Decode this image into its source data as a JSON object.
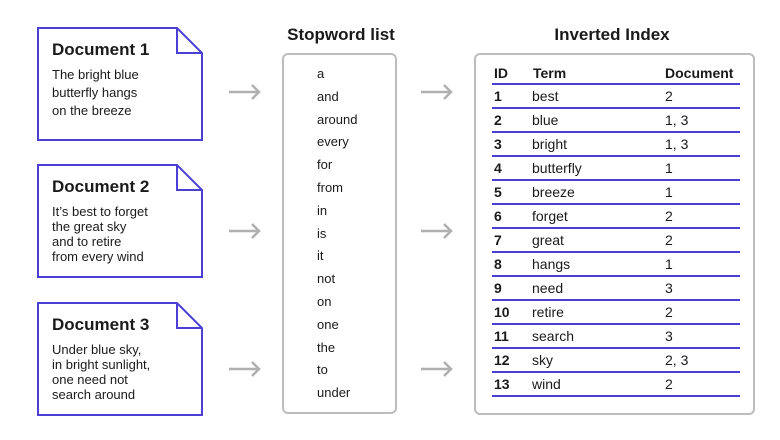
{
  "colors": {
    "accent": "#4b3fd6",
    "arrow": "#b0b0b0",
    "box_border": "#bdbdbd",
    "text": "#1a1a1a"
  },
  "documents": [
    {
      "title": "Document 1",
      "lines": [
        "The bright blue",
        "butterfly hangs",
        "on the breeze"
      ]
    },
    {
      "title": "Document 2",
      "lines": [
        "It’s best to forget",
        "the great sky",
        "and to retire",
        "from every wind"
      ]
    },
    {
      "title": "Document 3",
      "lines": [
        "Under blue sky,",
        "in bright sunlight,",
        "one need not",
        "search around"
      ]
    }
  ],
  "stopwords": {
    "title": "Stopword list",
    "words": [
      "a",
      "and",
      "around",
      "every",
      "for",
      "from",
      "in",
      "is",
      "it",
      "not",
      "on",
      "one",
      "the",
      "to",
      "under"
    ]
  },
  "index": {
    "title": "Inverted Index",
    "columns": {
      "id": "ID",
      "term": "Term",
      "document": "Document"
    },
    "rows": [
      {
        "id": "1",
        "term": "best",
        "docs": "2"
      },
      {
        "id": "2",
        "term": "blue",
        "docs": "1, 3"
      },
      {
        "id": "3",
        "term": "bright",
        "docs": "1, 3"
      },
      {
        "id": "4",
        "term": "butterfly",
        "docs": "1"
      },
      {
        "id": "5",
        "term": "breeze",
        "docs": "1"
      },
      {
        "id": "6",
        "term": "forget",
        "docs": "2"
      },
      {
        "id": "7",
        "term": "great",
        "docs": "2"
      },
      {
        "id": "8",
        "term": "hangs",
        "docs": "1"
      },
      {
        "id": "9",
        "term": "need",
        "docs": "3"
      },
      {
        "id": "10",
        "term": "retire",
        "docs": "2"
      },
      {
        "id": "11",
        "term": "search",
        "docs": "3"
      },
      {
        "id": "12",
        "term": "sky",
        "docs": "2, 3"
      },
      {
        "id": "13",
        "term": "wind",
        "docs": "2"
      }
    ]
  }
}
